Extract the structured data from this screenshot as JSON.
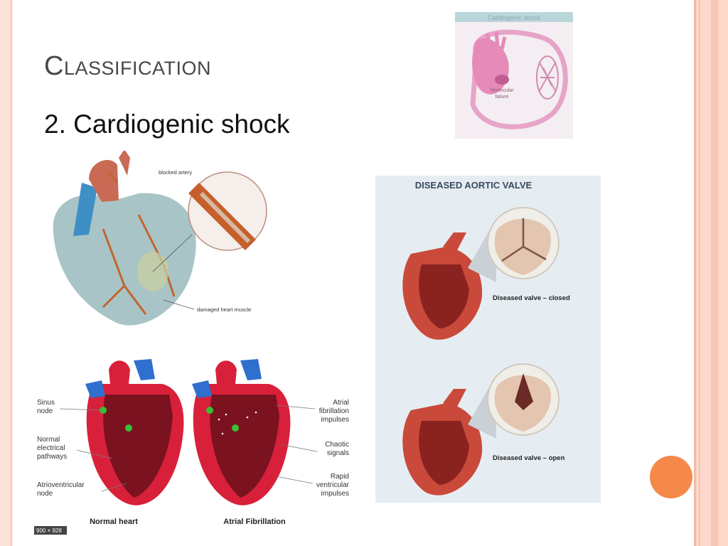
{
  "slide": {
    "title": "Classification",
    "bullet": "2. Cardiogenic shock"
  },
  "images": {
    "cardiogenic_shock_diagram": {
      "header": "Cardiogenic shock",
      "label_line1": "Ventricular",
      "label_line2": "failure"
    },
    "blocked_artery": {
      "label_artery": "blocked artery",
      "label_muscle": "damaged heart muscle"
    },
    "atrial_fibrillation": {
      "left_labels": [
        "Sinus",
        "node",
        "Normal",
        "electrical",
        "pathways",
        "Atrioventricular",
        "node"
      ],
      "right_labels": [
        "Atrial",
        "fibrillation",
        "impulses",
        "Chaotic",
        "signals",
        "Rapid",
        "ventricular",
        "impulses"
      ],
      "caption_normal": "Normal heart",
      "caption_afib": "Atrial Fibrillation",
      "watermark": "900 × 928"
    },
    "aortic_valve": {
      "title": "DISEASED AORTIC VALVE",
      "label_closed": "Diseased valve – closed",
      "label_open": "Diseased valve – open"
    }
  },
  "colors": {
    "accent_orange": "#f5894a",
    "frame_peach": "#fbd8ca",
    "title_gray": "#474747"
  }
}
